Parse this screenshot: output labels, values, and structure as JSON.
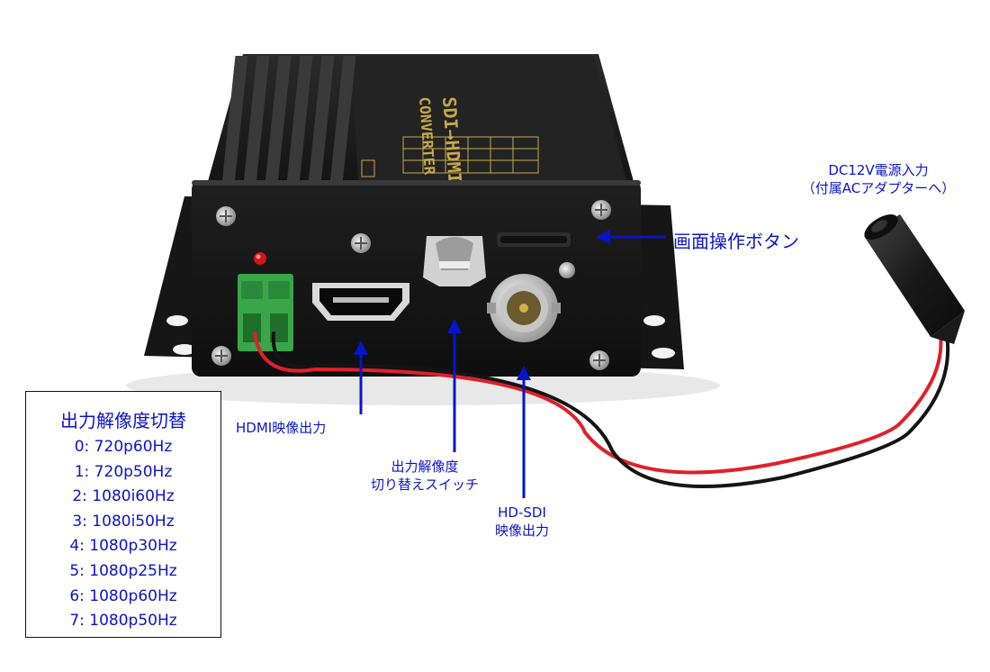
{
  "annotations": {
    "hdmi_output": "HDMI映像出力",
    "switch_line1": "出力解像度",
    "switch_line2": "切り替えスイッチ",
    "sdi_line1": "HD-SDI",
    "sdi_line2": "映像出力",
    "power_line1": "DC12V電源入力",
    "power_line2": "（付属ACアダプターへ）",
    "button": "画面操作ボタン"
  },
  "legend": {
    "title": "出力解像度切替",
    "items": [
      "0: 720p60Hz",
      "1: 720p50Hz",
      "2: 1080i60Hz",
      "3: 1080i50Hz",
      "4: 1080p30Hz",
      "5: 1080p25Hz",
      "6: 1080p60Hz",
      "7: 1080p50Hz"
    ]
  },
  "colors": {
    "annotation_text": "#0a14c8",
    "arrow": "#0a14c8",
    "device_body": "#1b1b1c",
    "terminal_block": "#3aa64a",
    "red_wire": "#e0202a",
    "black_wire": "#141414",
    "led": "#d01818"
  },
  "device": {
    "panel_text_lines": [
      "SDI→HDMI",
      "CONVERTER"
    ]
  }
}
